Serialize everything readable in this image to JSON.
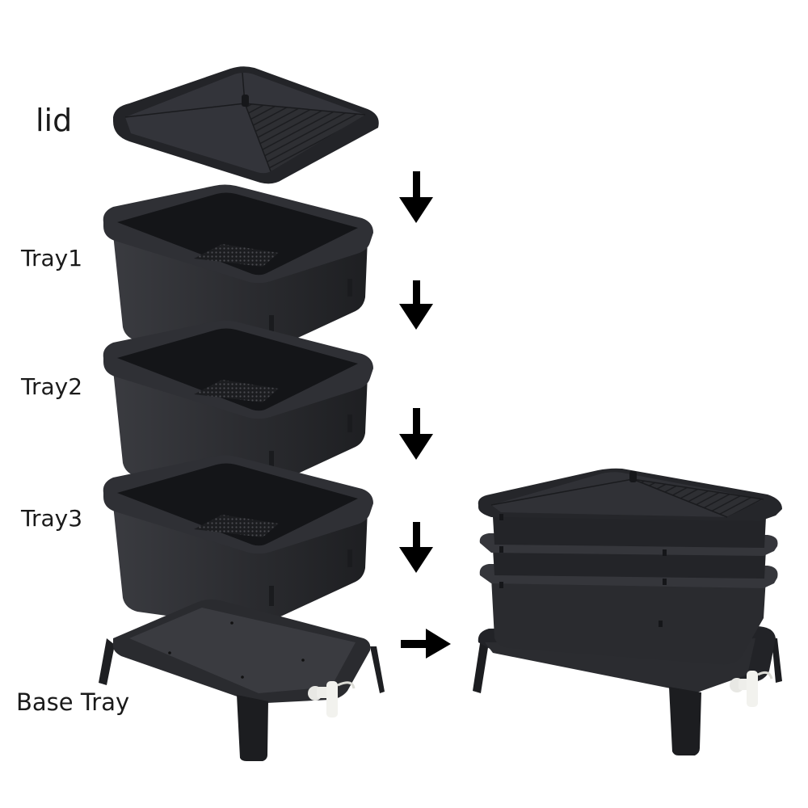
{
  "diagram": {
    "subject": "Stackable worm composting bin - exploded view and assembled view",
    "colors": {
      "background": "#ffffff",
      "plastic": "#2b2c2f",
      "plastic_dark": "#15161a",
      "plastic_light": "#3a3b3f",
      "spigot": "#eeeeea",
      "arrow": "#000000",
      "text": "#1a1a1a"
    },
    "labels": {
      "lid": "lid",
      "tray1": "Tray1",
      "tray2": "Tray2",
      "tray3": "Tray3",
      "base_tray": "Base Tray"
    },
    "exploded_parts": [
      {
        "name": "lid",
        "label": "lid"
      },
      {
        "name": "tray1",
        "label": "Tray1"
      },
      {
        "name": "tray2",
        "label": "Tray2"
      },
      {
        "name": "tray3",
        "label": "Tray3"
      },
      {
        "name": "base-tray",
        "label": "Base Tray"
      }
    ],
    "arrows": [
      {
        "direction": "down",
        "between": [
          "lid",
          "Tray1"
        ]
      },
      {
        "direction": "down",
        "between": [
          "Tray1",
          "Tray2"
        ]
      },
      {
        "direction": "down",
        "between": [
          "Tray2",
          "Tray3"
        ]
      },
      {
        "direction": "down",
        "between": [
          "Tray3",
          "Base Tray"
        ]
      },
      {
        "direction": "right",
        "to": "assembled-bin"
      }
    ],
    "assembled": {
      "name": "assembled-bin",
      "layers": [
        "lid",
        "Tray1",
        "Tray2",
        "Tray3",
        "Base Tray"
      ]
    }
  }
}
